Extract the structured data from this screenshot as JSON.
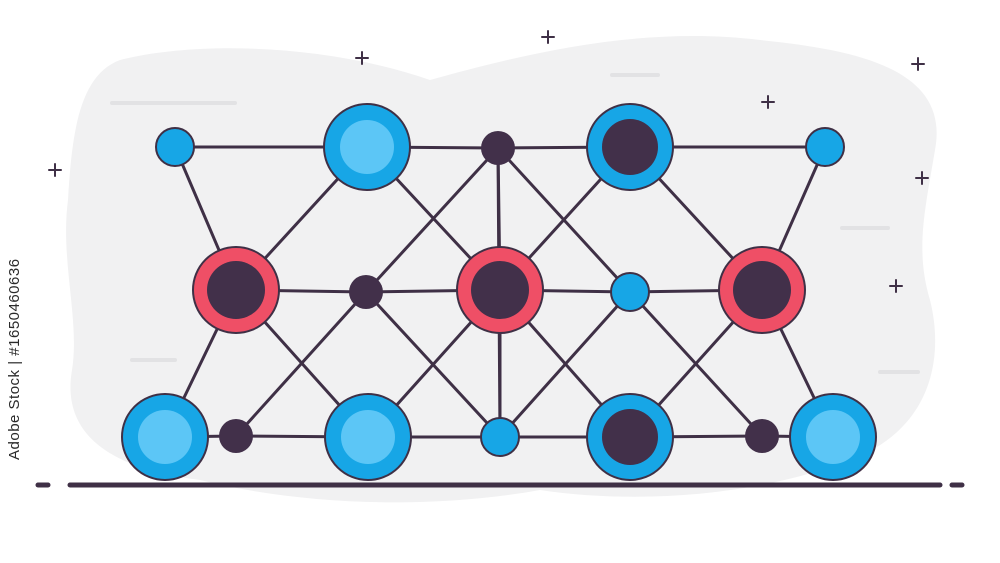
{
  "colors": {
    "background": "#ffffff",
    "blob": "#f1f1f2",
    "line": "#3f3046",
    "blue": "#17a6e6",
    "blue_light": "#5cc6f6",
    "red": "#ef4f66",
    "dark": "#42304a",
    "sparkle": "#3f3046"
  },
  "diagram": {
    "nodes": [
      {
        "id": "t1",
        "kind": "blue-small"
      },
      {
        "id": "t2",
        "kind": "blue-large"
      },
      {
        "id": "t3",
        "kind": "dark-small"
      },
      {
        "id": "t4",
        "kind": "blue-ring-dark"
      },
      {
        "id": "t5",
        "kind": "blue-small"
      },
      {
        "id": "m1",
        "kind": "red-ring-dark"
      },
      {
        "id": "m2",
        "kind": "dark-small"
      },
      {
        "id": "m3",
        "kind": "red-ring-dark"
      },
      {
        "id": "m4",
        "kind": "blue-small"
      },
      {
        "id": "m5",
        "kind": "red-ring-dark"
      },
      {
        "id": "b1",
        "kind": "blue-large"
      },
      {
        "id": "b2",
        "kind": "dark-small"
      },
      {
        "id": "b3",
        "kind": "blue-large"
      },
      {
        "id": "b4",
        "kind": "blue-small"
      },
      {
        "id": "b5",
        "kind": "blue-ring-dark"
      },
      {
        "id": "b6",
        "kind": "dark-small"
      },
      {
        "id": "b7",
        "kind": "blue-large"
      }
    ],
    "edges": [
      [
        "t1",
        "t2"
      ],
      [
        "t2",
        "t3"
      ],
      [
        "t3",
        "t4"
      ],
      [
        "t4",
        "t5"
      ],
      [
        "m1",
        "m2"
      ],
      [
        "m2",
        "m3"
      ],
      [
        "m3",
        "m4"
      ],
      [
        "m4",
        "m5"
      ],
      [
        "b1",
        "b2"
      ],
      [
        "b2",
        "b3"
      ],
      [
        "b3",
        "b4"
      ],
      [
        "b4",
        "b5"
      ],
      [
        "b5",
        "b6"
      ],
      [
        "b6",
        "b7"
      ],
      [
        "t1",
        "m1"
      ],
      [
        "m1",
        "b1"
      ],
      [
        "t5",
        "m5"
      ],
      [
        "m5",
        "b7"
      ],
      [
        "t2",
        "m1"
      ],
      [
        "t2",
        "m3"
      ],
      [
        "t3",
        "m2"
      ],
      [
        "t3",
        "m4"
      ],
      [
        "t3",
        "m3"
      ],
      [
        "t3",
        "b4"
      ],
      [
        "t4",
        "m3"
      ],
      [
        "t4",
        "m5"
      ],
      [
        "m1",
        "b3"
      ],
      [
        "m2",
        "b2"
      ],
      [
        "m2",
        "b4"
      ],
      [
        "m3",
        "b3"
      ],
      [
        "m3",
        "b4"
      ],
      [
        "m3",
        "b5"
      ],
      [
        "m4",
        "b4"
      ],
      [
        "m4",
        "b6"
      ],
      [
        "m5",
        "b5"
      ]
    ]
  },
  "stock_id": "Adobe Stock | #1650460636"
}
